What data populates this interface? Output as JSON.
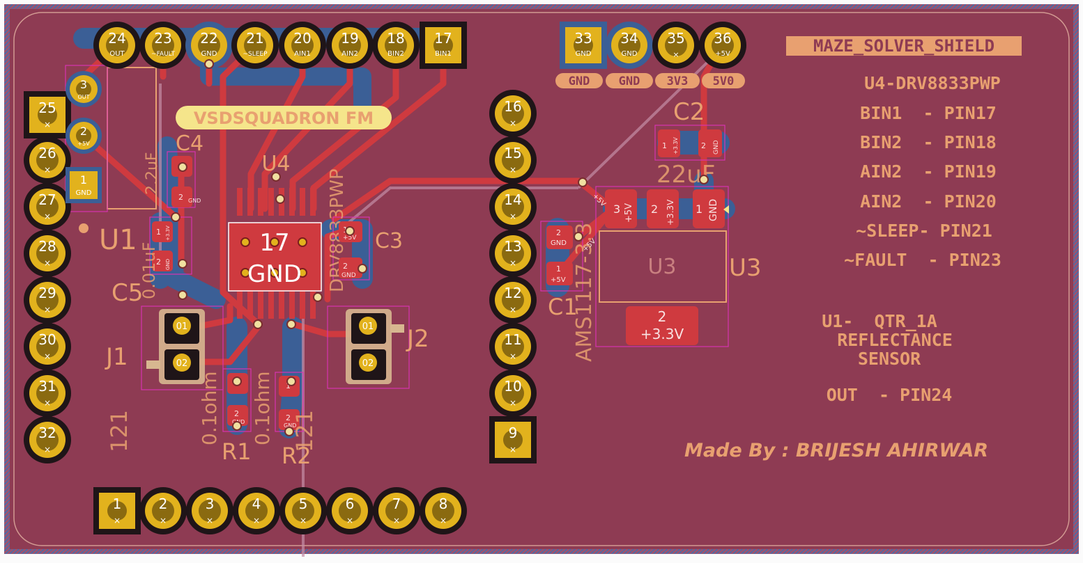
{
  "board": {
    "title": "MAZE_SOLVER_SHIELD",
    "colors": {
      "board": "#8e3b53",
      "copper": "#cf3a3f",
      "back_copper": "#3b5f96",
      "silkscreen": "#e8a070",
      "pad": "#e2b21d",
      "courtyard": "#d634b0"
    }
  },
  "notes": {
    "driver": [
      "U4-DRV8833PWP",
      "BIN1  - PIN17",
      "BIN2  - PIN18",
      "AIN2  - PIN19",
      "AIN2  - PIN20",
      "~SLEEP- PIN21",
      "~FAULT  - PIN23"
    ],
    "sensor": [
      "U1-  QTR_1A",
      "REFLECTANCE",
      "SENSOR"
    ],
    "sensor_out": "OUT  - PIN24",
    "credit": "Made By : BRIJESH AHIRWAR"
  },
  "header_top": [
    {
      "num": "24",
      "net": "OUT"
    },
    {
      "num": "23",
      "net": "~FAULT"
    },
    {
      "num": "22",
      "net": "GND"
    },
    {
      "num": "21",
      "net": "~SLEEP"
    },
    {
      "num": "20",
      "net": "AIN1"
    },
    {
      "num": "19",
      "net": "AIN2"
    },
    {
      "num": "18",
      "net": "BIN2"
    },
    {
      "num": "17",
      "net": "BIN1"
    }
  ],
  "header_power": [
    {
      "num": "33",
      "net": "GND",
      "label": "GND"
    },
    {
      "num": "34",
      "net": "GND",
      "label": "GND"
    },
    {
      "num": "35",
      "net": "×",
      "label": "3V3"
    },
    {
      "num": "36",
      "net": "+5V",
      "label": "5V0"
    }
  ],
  "header_left": [
    "25",
    "26",
    "27",
    "28",
    "29",
    "30",
    "31",
    "32"
  ],
  "header_bottom": [
    "1",
    "2",
    "3",
    "4",
    "5",
    "6",
    "7",
    "8"
  ],
  "header_right": [
    "16",
    "15",
    "14",
    "13",
    "12",
    "11",
    "10",
    "9"
  ],
  "no_connect": "×",
  "sensor_pins": [
    {
      "num": "3",
      "net": "OUT"
    },
    {
      "num": "2",
      "net": "+5V"
    },
    {
      "num": "1",
      "net": "GND"
    }
  ],
  "refs": {
    "u1": "U1",
    "u3": "U3",
    "u3_fab": "U3",
    "u4": "U4",
    "c1": "C1",
    "c2": "C2",
    "c3": "C3",
    "c4": "C4",
    "c5": "C5",
    "j1": "J1",
    "j2": "J2",
    "r1": "R1",
    "r2": "R2"
  },
  "values": {
    "vsd_banner": "VSDSQUADRON FM",
    "drv": "DRV8833PWP",
    "c4": "2.2uF",
    "c5": "0.01uF",
    "c2": "22uF",
    "ams": "AMS1117-3.3",
    "r1": "0.1ohm",
    "r2": "0.1ohm",
    "r1_vert": "121",
    "r2_vert": "121"
  },
  "u4_thermal": {
    "num": "17",
    "net": "GND"
  },
  "u3_pads": [
    {
      "num": "3",
      "net": "+5V"
    },
    {
      "num": "2",
      "net": "+3.3V"
    },
    {
      "num": "1",
      "net": "GND"
    }
  ],
  "u3_tab": {
    "num": "2",
    "net": "+3.3V"
  },
  "c2_pads": [
    {
      "num": "1",
      "net": "+3.3V"
    },
    {
      "num": "2",
      "net": "GND"
    }
  ],
  "c1_pads": [
    {
      "num": "2",
      "net": "GND"
    },
    {
      "num": "1",
      "net": "+5V"
    }
  ],
  "c3_pads": [
    {
      "num": "1",
      "net": "+5V"
    },
    {
      "num": "2",
      "net": "GND"
    }
  ],
  "c4_pads": [
    {
      "num": "1",
      "net": ""
    },
    {
      "num": "2",
      "net": "GND"
    }
  ],
  "c5_pads": [
    {
      "num": "1",
      "net": "+3.3V"
    },
    {
      "num": "2",
      "net": "GND"
    }
  ],
  "r1_pads": [
    {
      "num": "1",
      "net": ""
    },
    {
      "num": "2",
      "net": "GND"
    }
  ],
  "r2_pads": [
    {
      "num": "1",
      "net": ""
    },
    {
      "num": "2",
      "net": "GND"
    }
  ],
  "j_pins": [
    "01",
    "02"
  ],
  "net_5v": "+5V"
}
